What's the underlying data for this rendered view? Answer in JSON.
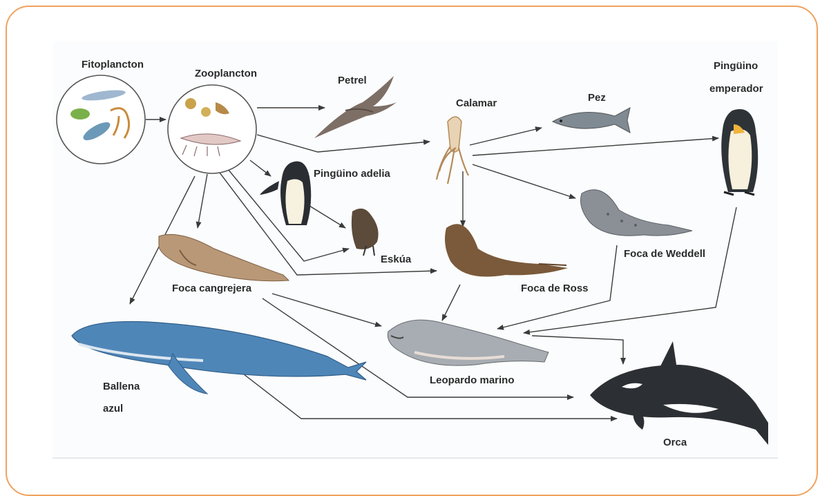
{
  "title": "",
  "organisms": {
    "fitoplancton": "Fitoplancton",
    "zooplancton": "Zooplancton",
    "petrel": "Petrel",
    "calamar": "Calamar",
    "pez": "Pez",
    "pinguino_emperador_1": "Pingüino",
    "pinguino_emperador_2": "emperador",
    "pinguino_adelia": "Pingüino adelia",
    "eskua": "Eskúa",
    "foca_cangrejera": "Foca cangrejera",
    "foca_ross": "Foca de Ross",
    "foca_weddell": "Foca de Weddell",
    "ballena_1": "Ballena",
    "ballena_2": "azul",
    "leopardo": "Leopardo marino",
    "orca": "Orca"
  },
  "colors": {
    "frame": "#f0a25e",
    "arrow": "#3a3a3a",
    "whale": "#4f86b8",
    "seal_brown": "#7a5a3a",
    "seal_grey": "#8a9096",
    "orca_dark": "#2c2f33"
  }
}
